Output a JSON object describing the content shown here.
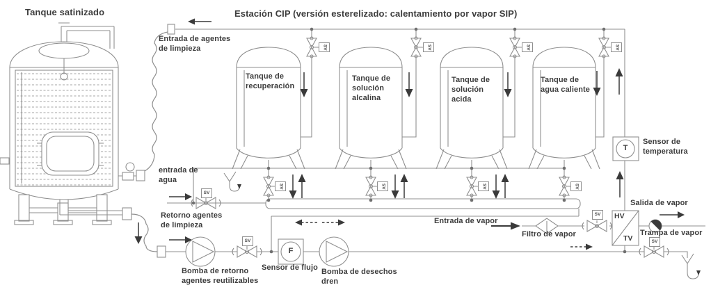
{
  "colors": {
    "line": "#8f8f8f",
    "text": "#3d3d3d",
    "arrow": "#3a3a3a",
    "background": "#ffffff"
  },
  "header": {
    "left_tank_title": "Tanque satinizado",
    "station_title": "Estación CIP (versión esterelizado: calentamiento por vapor SIP)"
  },
  "tanks": [
    {
      "label": "Tanque de\nrecuperación"
    },
    {
      "label": "Tanque de\nsolución\nalcalina"
    },
    {
      "label": "Tanque de\nsolución\nacida"
    },
    {
      "label": "Tanque de\nagua caliente"
    }
  ],
  "flows": {
    "cleaning_agents_inlet": "Entrada de agentes\nde limpieza",
    "water_inlet": "entrada de\nagua",
    "cleaning_agents_return": "Retorno agentes\nde limpieza",
    "steam_inlet": "Entrada de vapor",
    "steam_outlet": "Salida de vapor"
  },
  "equipment": {
    "return_pump": "Bomba de retorno\nagentes reutilizables",
    "flow_sensor": "Sensor de flujo",
    "waste_pump": "Bomba de desechos\ndren",
    "steam_filter": "Filtro de vapor",
    "steam_trap": "Trampa de vapor",
    "temperature_sensor": "Sensor de\ntemperatura"
  },
  "tags": {
    "solenoid_valve": "SV",
    "flow_letter": "F",
    "temperature_letter": "T",
    "heater_top": "HV",
    "heater_bottom": "TV"
  }
}
